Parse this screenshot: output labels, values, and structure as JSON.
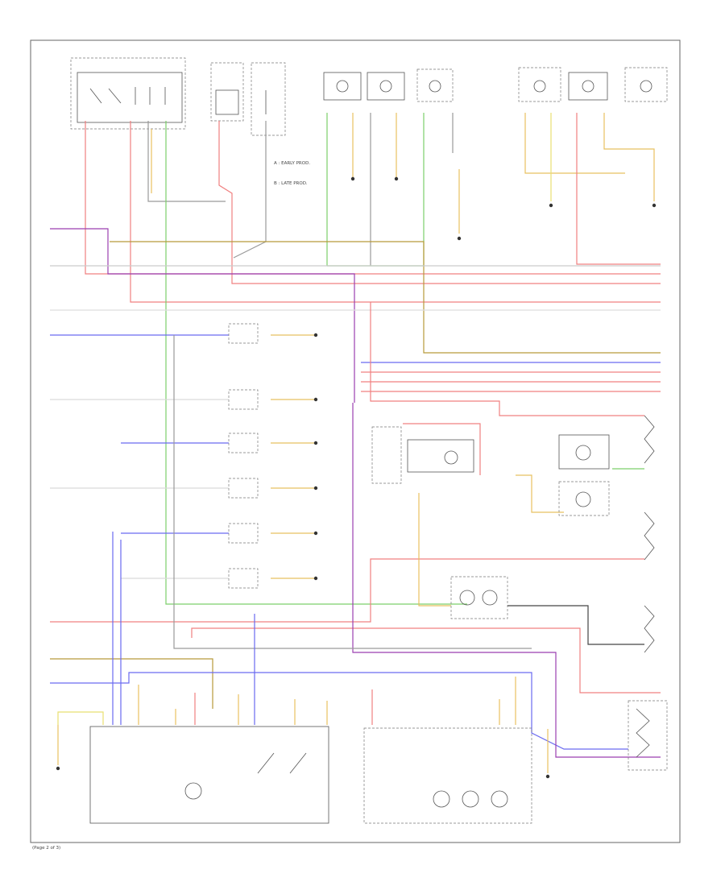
{
  "diagram": {
    "page_label": "(Page 2 of 3)",
    "legend": {
      "item_a": "A : EARLY PROD.",
      "item_b": "B : LATE PROD."
    },
    "colors": {
      "red": "#f08080",
      "pink": "#f4a6a6",
      "green": "#7ccf6a",
      "blue": "#6a6af0",
      "purple": "#9b3fb0",
      "yellow": "#e8e070",
      "olive": "#b89a3a",
      "grey": "#9a9a9a",
      "dark": "#444444"
    }
  }
}
